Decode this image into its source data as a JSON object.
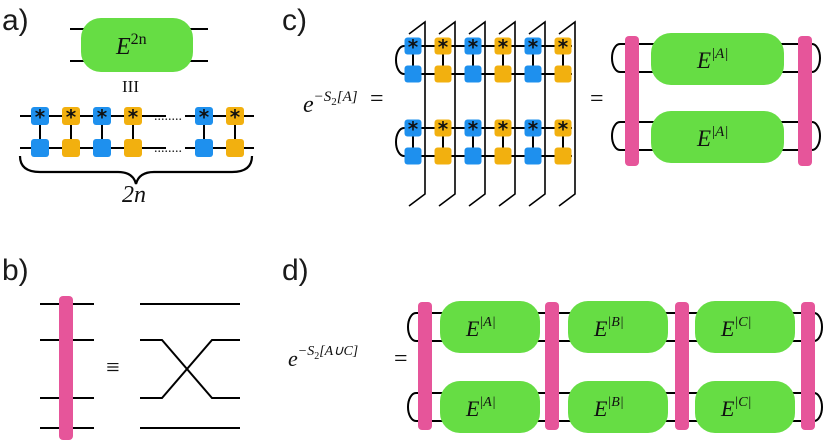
{
  "colors": {
    "green": "#66dd44",
    "pink": "#e6559a",
    "blue": "#1e90ee",
    "orange": "#f2b00f",
    "line": "#000000"
  },
  "panels": {
    "a": {
      "label": "a)",
      "block_base": "E",
      "block_exp": "2n",
      "equiv_symbol": "III",
      "dots": "........",
      "brace_label": "2n"
    },
    "b": {
      "label": "b)",
      "equiv_symbol": "≡"
    },
    "c": {
      "label": "c)",
      "lhs_base": "e",
      "lhs_exp": "−S",
      "lhs_sub": "2",
      "lhs_arg": "[A]",
      "equals": "=",
      "block_base": "E",
      "block_exp": "|A|"
    },
    "d": {
      "label": "d)",
      "lhs_base": "e",
      "lhs_exp": "−S",
      "lhs_sub": "2",
      "lhs_arg": "[A∪C]",
      "equals": "=",
      "blocks": [
        {
          "base": "E",
          "exp": "|A|"
        },
        {
          "base": "E",
          "exp": "|B|"
        },
        {
          "base": "E",
          "exp": "|C|"
        }
      ]
    }
  }
}
